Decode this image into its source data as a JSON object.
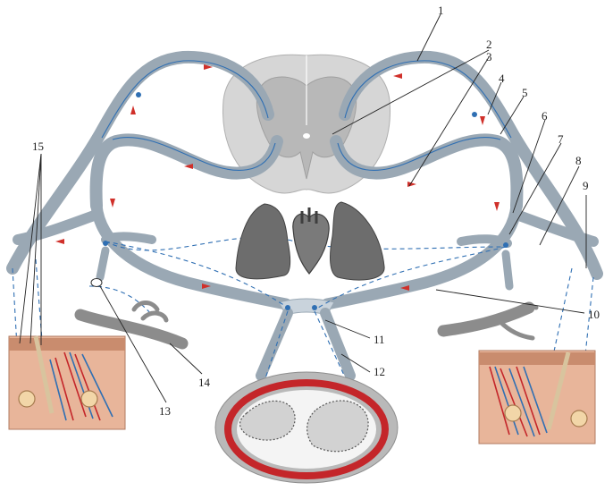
{
  "callouts": [
    "1",
    "2",
    "3",
    "4",
    "5",
    "6",
    "7",
    "8",
    "9",
    "10",
    "11",
    "12",
    "13",
    "14",
    "15"
  ],
  "colors": {
    "nerve_fill": "#c9d3dc",
    "nerve_edge": "#9aa8b4",
    "neuron_line": "#2f6fb3",
    "arrow": "#d0302a",
    "gray_matter": "#b8b8b8",
    "organ": "#6d6d6d",
    "skin": "#e8b59a",
    "gut_wall": "#c4262a",
    "vessel": "#8c8c8c"
  }
}
